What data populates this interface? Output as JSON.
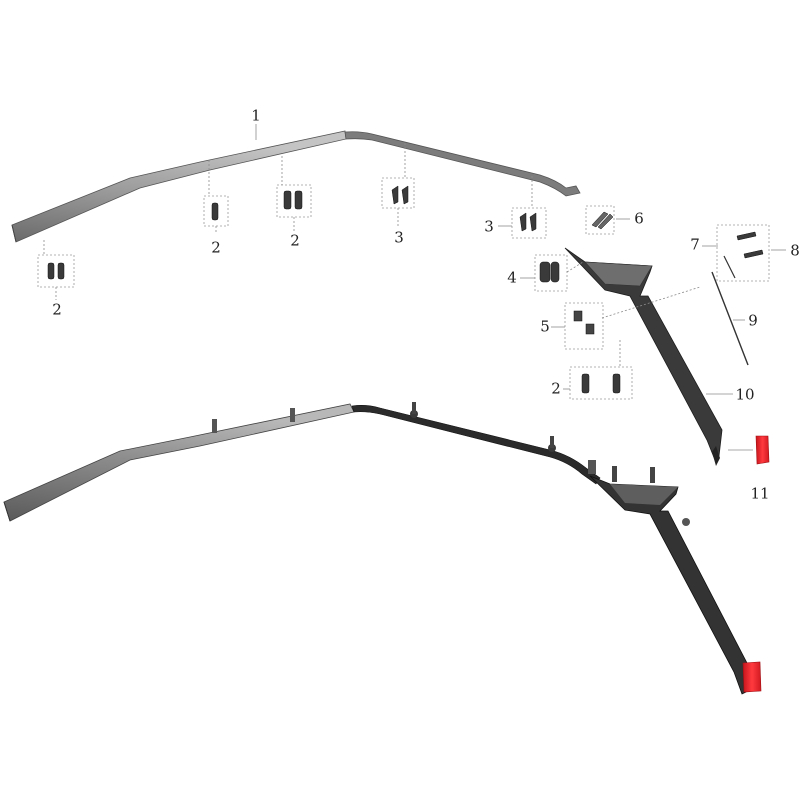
{
  "diagram": {
    "callouts": [
      {
        "id": "c1",
        "text": "1"
      },
      {
        "id": "c2a",
        "text": "2"
      },
      {
        "id": "c2b",
        "text": "2"
      },
      {
        "id": "c2c",
        "text": "2"
      },
      {
        "id": "c3a",
        "text": "3"
      },
      {
        "id": "c3b",
        "text": "3"
      },
      {
        "id": "c6",
        "text": "6"
      },
      {
        "id": "c7",
        "text": "7"
      },
      {
        "id": "c8",
        "text": "8"
      },
      {
        "id": "c4",
        "text": "4"
      },
      {
        "id": "c9",
        "text": "9"
      },
      {
        "id": "c5",
        "text": "5"
      },
      {
        "id": "c2d",
        "text": "2"
      },
      {
        "id": "c10",
        "text": "10"
      },
      {
        "id": "c11",
        "text": "11"
      }
    ],
    "colors": {
      "part_gray_light": "#b4b4b4",
      "part_gray_dark": "#5e5e5e",
      "part_black": "#2a2a2a",
      "reflector_red": "#e8242a",
      "leader_line": "#8c8c8c",
      "dashed_box": "#9a9a9a",
      "label_text": "#222222"
    }
  }
}
